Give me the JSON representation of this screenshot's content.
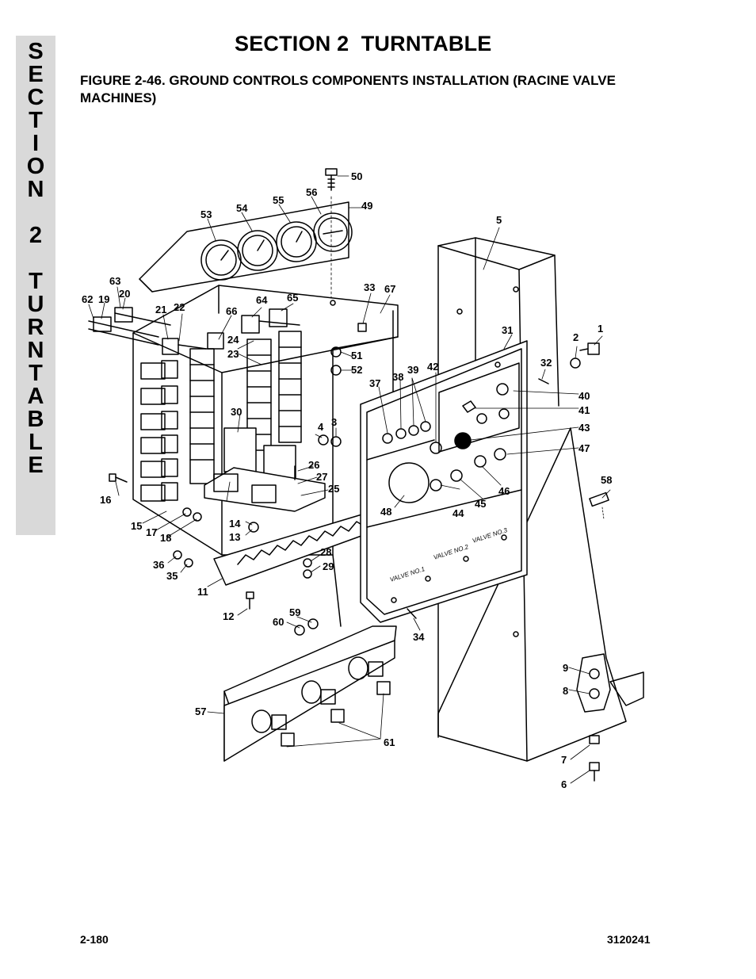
{
  "side_tab": {
    "letters": [
      "S",
      "E",
      "C",
      "T",
      "I",
      "O",
      "N",
      "",
      "2",
      "",
      "T",
      "U",
      "R",
      "N",
      "T",
      "A",
      "B",
      "L",
      "E"
    ]
  },
  "header": {
    "section_title": "SECTION 2  TURNTABLE",
    "figure_title": "FIGURE 2-46.  GROUND CONTROLS COMPONENTS INSTALLATION (RACINE VALVE MACHINES)"
  },
  "callouts": [
    "1",
    "2",
    "3",
    "4",
    "5",
    "6",
    "7",
    "8",
    "9",
    "11",
    "12",
    "13",
    "14",
    "15",
    "16",
    "17",
    "18",
    "19",
    "20",
    "21",
    "22",
    "23",
    "24",
    "25",
    "26",
    "27",
    "28",
    "29",
    "30",
    "31",
    "32",
    "33",
    "34",
    "35",
    "36",
    "37",
    "38",
    "39",
    "40",
    "41",
    "42",
    "43",
    "44",
    "45",
    "46",
    "47",
    "48",
    "49",
    "50",
    "51",
    "52",
    "53",
    "54",
    "55",
    "56",
    "57",
    "58",
    "59",
    "60",
    "61",
    "62",
    "63",
    "64",
    "65",
    "66",
    "67"
  ],
  "panel_labels": [
    "VALVE NO.1",
    "VALVE NO.2",
    "VALVE NO.3"
  ],
  "footer": {
    "page_number": "2-180",
    "document_number": "3120241"
  }
}
